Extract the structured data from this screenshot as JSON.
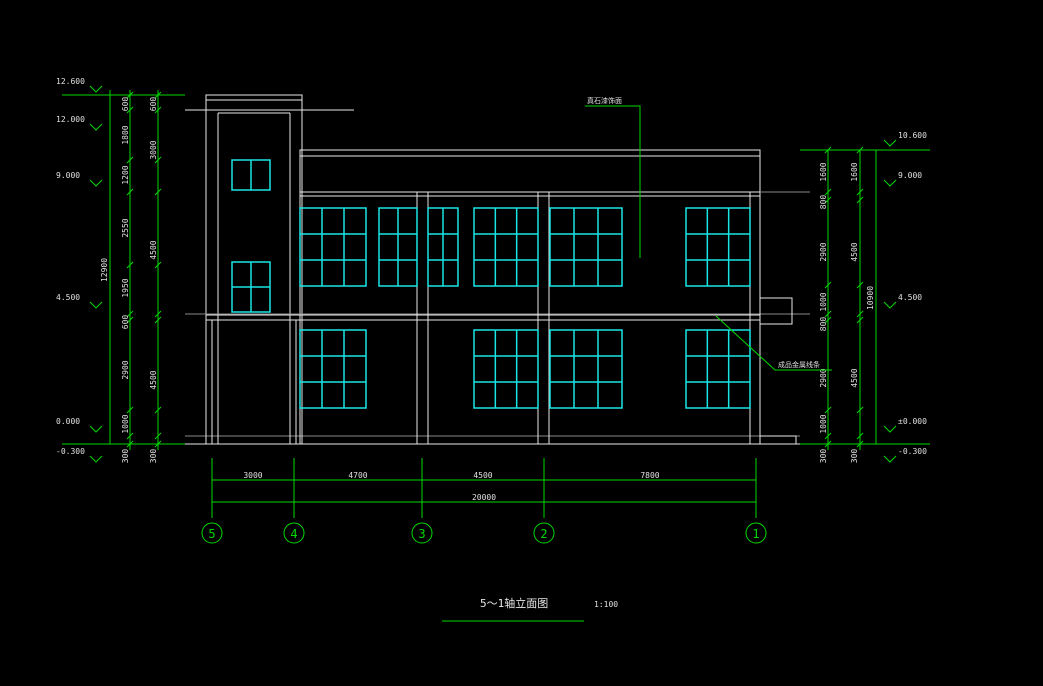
{
  "title": {
    "name": "5～1轴立面图",
    "scale": "1:100"
  },
  "annotations": {
    "top": "真石漆饰面",
    "side": "成品金属线条"
  },
  "colors": {
    "background": "#000000",
    "dimension": "#00d800",
    "outline": "#e8e8e8",
    "window": "#18e6e6"
  },
  "left_levels": [
    {
      "label": "12.600",
      "elevation": 12.6
    },
    {
      "label": "12.000",
      "elevation": 12.0
    },
    {
      "label": "9.000",
      "elevation": 9.0
    },
    {
      "label": "4.500",
      "elevation": 4.5
    },
    {
      "label": "0.000",
      "elevation": 0.0
    },
    {
      "label": "-0.300",
      "elevation": -0.3
    }
  ],
  "right_levels": [
    {
      "label": "10.600",
      "elevation": 10.6
    },
    {
      "label": "9.000",
      "elevation": 9.0
    },
    {
      "label": "4.500",
      "elevation": 4.5
    },
    {
      "label": "±0.000",
      "elevation": 0.0
    },
    {
      "label": "-0.300",
      "elevation": -0.3
    }
  ],
  "left_dimensions": {
    "inner": [
      "600",
      "1800",
      "1200",
      "2550",
      "1950",
      "600",
      "2900",
      "1000",
      "300"
    ],
    "middle": [
      "600",
      "3000",
      "4500",
      "4500",
      "300"
    ],
    "total": "12900"
  },
  "right_dimensions": {
    "inner": [
      "1600",
      "800",
      "2900",
      "1000",
      "800",
      "2900",
      "1000",
      "300"
    ],
    "middle": [
      "1600",
      "4500",
      "4500",
      "300"
    ],
    "total": "10900"
  },
  "bottom_dimensions": {
    "segments": [
      "3000",
      "4700",
      "4500",
      "7800"
    ],
    "total": "20000"
  },
  "axes": [
    "5",
    "4",
    "3",
    "2",
    "1"
  ]
}
